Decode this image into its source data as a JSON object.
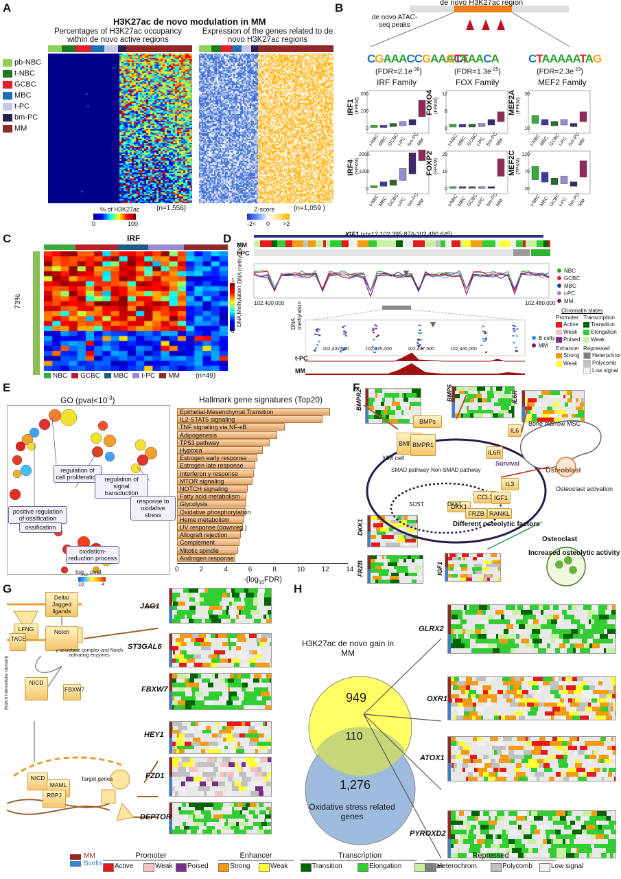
{
  "panel_labels": [
    "A",
    "B",
    "C",
    "D",
    "E",
    "F",
    "G",
    "H"
  ],
  "panelA": {
    "title": "H3K27ac de novo modulation in MM",
    "left_subtitle": "Percentages of H3K27ac occupancy within de novo active regions",
    "right_subtitle": "Expression of the genes related to de novo H3K27ac regions",
    "groups": [
      "pb-NBC",
      "t-NBC",
      "GCBC",
      "MBC",
      "t-PC",
      "bm-PC",
      "MM"
    ],
    "group_colors": [
      "#8fd05a",
      "#1e7a1e",
      "#e0202a",
      "#1f6fb0",
      "#c8c8e6",
      "#2a2050",
      "#8e2a2a"
    ],
    "left_n": "(n=1,556)",
    "right_n": "(n=1,059 )",
    "left_scale_label": "% of H3K27ac",
    "left_scale_min": "0",
    "left_scale_max": "100",
    "right_scale_label": "Z-score",
    "right_scale_min": "-2<",
    "right_scale_mid": "0",
    "right_scale_max": ">2"
  },
  "panelB": {
    "region_label": "de novo H3K27ac region",
    "peaks_label": "de novo ATAC-seq peaks",
    "families": [
      {
        "motif": "CGAAACCGAAACT",
        "fdr": "(FDR=2.1e",
        "fdr_exp": "-38",
        "name": "IRF Family",
        "genes": [
          "IRF1",
          "IRF4"
        ]
      },
      {
        "motif": "GTAAACA",
        "fdr": "(FDR=1.3e",
        "fdr_exp": "-25",
        "name": "FOX Family",
        "genes": [
          "FOXO4",
          "FOXP2"
        ]
      },
      {
        "motif": "CTAAAAATAG",
        "fdr": "(FDR=2.3e",
        "fdr_exp": "-23",
        "name": "MEF2 Family",
        "genes": [
          "MEF2A",
          "MEF2C"
        ]
      }
    ],
    "unit": "(FPKM)",
    "xcats": [
      "t-NBC",
      "MBC",
      "GCBC",
      "t-PC",
      "bm-PC",
      "MM"
    ],
    "yticks": {
      "IRF1": [
        "0",
        "100",
        "200"
      ],
      "IRF4": [
        "0",
        "1000",
        "2000"
      ],
      "FOXO4": [
        "0",
        "6",
        "12"
      ],
      "FOXP2": [
        "0",
        "10",
        "20"
      ],
      "MEF2A": [
        "10",
        "30"
      ],
      "MEF2C": [
        "20",
        "70",
        "120"
      ]
    }
  },
  "panelC": {
    "title": "IRF",
    "percent": "73%",
    "scale_label": "DNA Methylation",
    "scale_max": "1",
    "scale_min": "0",
    "legend": [
      "NBC",
      "GCBC",
      "MBC",
      "t-PC",
      "MM"
    ],
    "n": "(n=49)"
  },
  "panelD": {
    "gene": "IGF1",
    "coords": "(chr12:102,395,874-102,480,645)",
    "rows": [
      "MM",
      "t-PC"
    ],
    "ylabel": "DNA methylation",
    "x_start": "102,400,000",
    "x_end": "102,480,000",
    "zoom_ticks": [
      "102,432,500",
      "102,435,000",
      "102,437,500",
      "102,440,000"
    ],
    "tracks": [
      "t-PC",
      "MM"
    ],
    "series_legend": [
      "NBC",
      "GCBC",
      "MBC",
      "t-PC",
      "MM"
    ],
    "dot_legend": [
      "B cells",
      "MM"
    ],
    "chromatin_title": "Chromatin states",
    "promoter": "Promoter",
    "transcription": "Transcription",
    "states_left": [
      "Active",
      "Weak",
      "Poised"
    ],
    "states_right": [
      "Transition",
      "Elongation",
      "Weak"
    ],
    "enhancer": "Enhancer",
    "repressed": "Repressed",
    "enh_states": [
      "Strong",
      "Weak"
    ],
    "rep_states": [
      "Heterochrom.",
      "Polycomb",
      "Low signal"
    ]
  },
  "panelE": {
    "go_title": "GO (pval<10",
    "go_title_exp": "-3",
    "go_terms": [
      "regulation of cell proliferation",
      "regulation of signal transduction",
      "response to oxidative stress",
      "positive regulation of ossification",
      "ossification",
      "oxidation-reduction process"
    ],
    "scale_label": "log",
    "scale_sub": "10",
    "scale_tail": " pval",
    "scale_min": "-10",
    "scale_max": "-4",
    "hallmark_title": "Hallmark gene signatures (Top20)",
    "xlabel": "-(log",
    "xlabel_sub": "10",
    "xlabel_tail": "FDR)",
    "xticks": [
      "0",
      "2",
      "4",
      "6",
      "8",
      "10",
      "12",
      "14"
    ]
  },
  "chart_data": {
    "type": "bar",
    "title": "Hallmark gene signatures (Top20)",
    "xlabel": "-(log10FDR)",
    "categories": [
      "Epithelial-Mesenchymal Transition",
      "IL2-STAT5 signaling",
      "TNF signaling via NF-κB",
      "Adipogenesis",
      "TP53 pathway",
      "Hypoxia",
      "Estrogen early response",
      "Estrogen late response",
      "Interferon γ response",
      "MTOR signaling",
      "NOTCH signaling",
      "Fatty acid metabolism",
      "Glycolysis",
      "Oxidative phosphorylation",
      "Heme metabolism",
      "UV response (downreg.)",
      "Allograft rejection",
      "Complement",
      "Mitotic spindle",
      "Androgen response"
    ],
    "values": [
      12.5,
      11.9,
      8.8,
      8.2,
      7.6,
      7.0,
      6.6,
      6.4,
      6.3,
      6.2,
      5.8,
      5.7,
      5.6,
      5.6,
      5.5,
      5.4,
      5.2,
      5.1,
      5.0,
      4.8
    ],
    "xlim": [
      0,
      14
    ]
  },
  "panelF": {
    "genes": [
      "BMPR2",
      "BMP6",
      "IL6R",
      "DKK1",
      "FRZB",
      "IGF1"
    ],
    "nodes": [
      "BMPs",
      "BMPR2",
      "BMPR1",
      "IL6",
      "IL6R",
      "IL3",
      "CCL3",
      "IGF1",
      "DKK1",
      "FRZB",
      "RANKL"
    ],
    "labels": [
      "MM cell",
      "SMAD pathway",
      "Non-SMAD pathway",
      "SOST",
      "DKK1",
      "Survival",
      "Bone marrow MSC",
      "Osteoblast",
      "Osteoclast activation",
      "Osteoclast",
      "Increased osteolytic activity",
      "Different osteolytic factors"
    ]
  },
  "panelG": {
    "nodes": [
      "Delta/ Jagged ligands",
      "LFNG",
      "Notch",
      "TACE",
      "NICD",
      "FBXW7",
      "NICD",
      "MAML",
      "RBPJ"
    ],
    "labels": [
      "γ-secretase complex and Notch activating enzymes",
      "(Notch intercellular domain)",
      "Target genes"
    ],
    "genes": [
      "JAG1",
      "ST3GAL6",
      "FBXW7",
      "HEY1",
      "FZD1",
      "DEPTOR"
    ]
  },
  "panelH": {
    "top_label": "H3K27ac de novo gain in MM",
    "bottom_label": "Oxidative stress related genes",
    "only_top": "949",
    "overlap": "110",
    "only_bottom": "1,276",
    "genes": [
      "GLRX2",
      "OXR1",
      "ATOX1",
      "PYROXD2"
    ]
  },
  "bottom_legend": {
    "mm": "MM",
    "bcells": "Bcells",
    "promoter": "Promoter",
    "prom_states": [
      "Active",
      "Weak",
      "Poised"
    ],
    "enhancer": "Enhancer",
    "enh_states": [
      "Strong",
      "Weak"
    ],
    "transcription": "Transcription",
    "tx_states": [
      "Transition",
      "Elongation",
      "Weak"
    ],
    "repressed": "Repressed",
    "rep_states": [
      "Heterochrom.",
      "Polycomb",
      "Low signal"
    ]
  },
  "colors": {
    "active": "#e41a1c",
    "weak_prom": "#f4c2c2",
    "poised": "#7b2d8e",
    "strong_enh": "#f39c12",
    "weak_enh": "#ffff33",
    "transition": "#006400",
    "elongation": "#32cd32",
    "weak_tx": "#c7f0a3",
    "hetero": "#808080",
    "polycomb": "#c0c0c0",
    "low": "#f0f0f0",
    "mm": "#8e2a2a",
    "bcells": "#3f7fc4"
  }
}
